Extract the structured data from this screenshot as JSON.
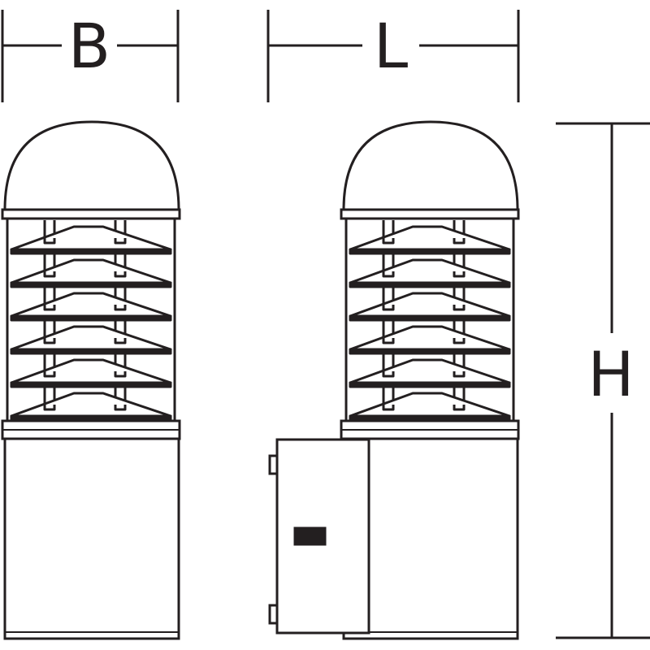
{
  "dimensions": {
    "width_label": "B",
    "length_label": "L",
    "height_label": "H"
  },
  "colors": {
    "line": "#231f20",
    "background": "#ffffff"
  }
}
